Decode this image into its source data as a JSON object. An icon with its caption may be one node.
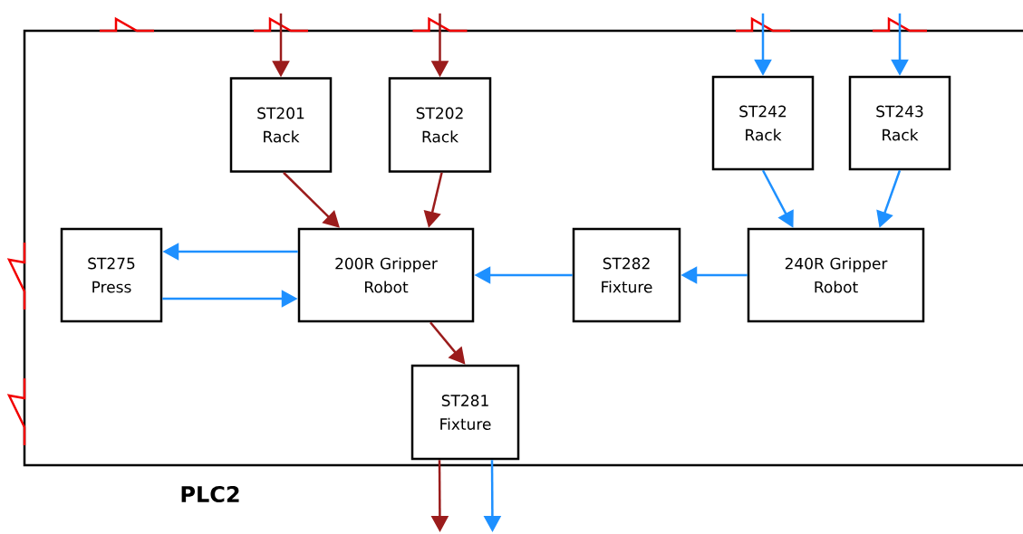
{
  "diagram": {
    "nodes": [
      {
        "text": [
          "PLC2"
        ]
      },
      {
        "text": [
          "ST201 Rack"
        ],
        "in": 0
      },
      {
        "text": [
          "ST202 Rack"
        ],
        "in": 0
      },
      {
        "text": [
          "ST242 Rack"
        ],
        "in": 0
      },
      {
        "text": [
          "ST243 Rack"
        ],
        "in": 0
      },
      {
        "text": [
          "ST275 Press"
        ],
        "in": 0
      },
      {
        "text": [
          "200R Gripper Robot"
        ],
        "in": 0
      },
      {
        "text": [
          "ST282 Fixture"
        ],
        "in": 0
      },
      {
        "text": [
          "240R Gripper Robot"
        ],
        "in": 0
      },
      {
        "text": [
          "ST281 Fixture"
        ],
        "in": 0
      },
      {
        "text": [],
        "shape": "switch"
      },
      {
        "text": [],
        "shape": "switch"
      },
      {
        "text": [],
        "shape": "switch"
      },
      {
        "text": [],
        "shape": "switch"
      },
      {
        "text": [],
        "shape": "switch"
      },
      {
        "text": [],
        "shape": "switch"
      },
      {
        "text": [],
        "shape": "switch"
      }
    ],
    "edges": [
      {
        "from": 11,
        "to": 1,
        "arrow": "to",
        "color": "#9b1c1c"
      },
      {
        "from": 12,
        "to": 2,
        "arrow": "to",
        "color": "#9b1c1c"
      },
      {
        "from": 13,
        "to": 3,
        "arrow": "to"
      },
      {
        "from": 14,
        "to": 4,
        "arrow": "to"
      },
      {
        "from": 1,
        "to": 6,
        "arrow": "to",
        "color": "#9b1c1c"
      },
      {
        "from": 2,
        "to": 6,
        "arrow": "to",
        "color": "#9b1c1c"
      },
      {
        "from": 3,
        "to": 8,
        "arrow": "to"
      },
      {
        "from": 4,
        "to": 8,
        "arrow": "to"
      },
      {
        "from": 6,
        "to": 5,
        "arrow": "to"
      },
      {
        "from": 5,
        "to": 6,
        "arrow": "to"
      },
      {
        "from": 7,
        "to": 6,
        "arrow": "to"
      },
      {
        "from": 8,
        "to": 7,
        "arrow": "to"
      },
      {
        "from": 6,
        "to": 9,
        "arrow": "to",
        "color": "#9b1c1c"
      },
      {
        "from": 9,
        "to": null,
        "arrow": "to",
        "color": "#9b1c1c"
      },
      {
        "from": 9,
        "to": null,
        "arrow": "to"
      }
    ]
  }
}
